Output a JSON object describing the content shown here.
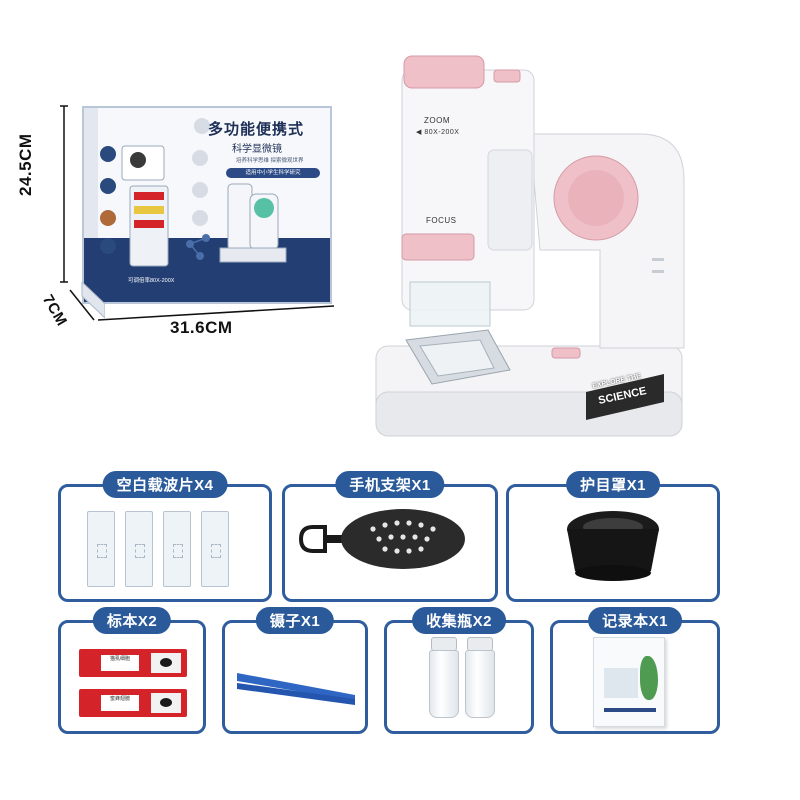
{
  "dimensions": {
    "height": "24.5CM",
    "depth": "7CM",
    "width": "31.6CM"
  },
  "package": {
    "title": "多功能便携式",
    "subtitle": "科学显微镜",
    "tagline": "培养科学思维 探索微观世界",
    "badge": "适用中小学生科学研究",
    "footer": "可调倍率80X-200X"
  },
  "microscope": {
    "zoom_label": "ZOOM",
    "zoom_range": "◀ 80X-200X",
    "focus_label": "FOCUS",
    "brand_line1": "EXPLORE THE",
    "brand_line2": "SCIENCE"
  },
  "accessories": [
    {
      "label": "空白载波片X4"
    },
    {
      "label": "手机支架X1"
    },
    {
      "label": "护目罩X1"
    },
    {
      "label": "标本X2"
    },
    {
      "label": "镊子X1"
    },
    {
      "label": "收集瓶X2"
    },
    {
      "label": "记录本X1"
    }
  ],
  "specimens": {
    "tag1": "猫虱细胞",
    "tag2": "蜜蜂翅膀"
  },
  "colors": {
    "accent_blue": "#2b5a9a",
    "pink": "#f0c0c8",
    "box_navy": "#233e73"
  }
}
